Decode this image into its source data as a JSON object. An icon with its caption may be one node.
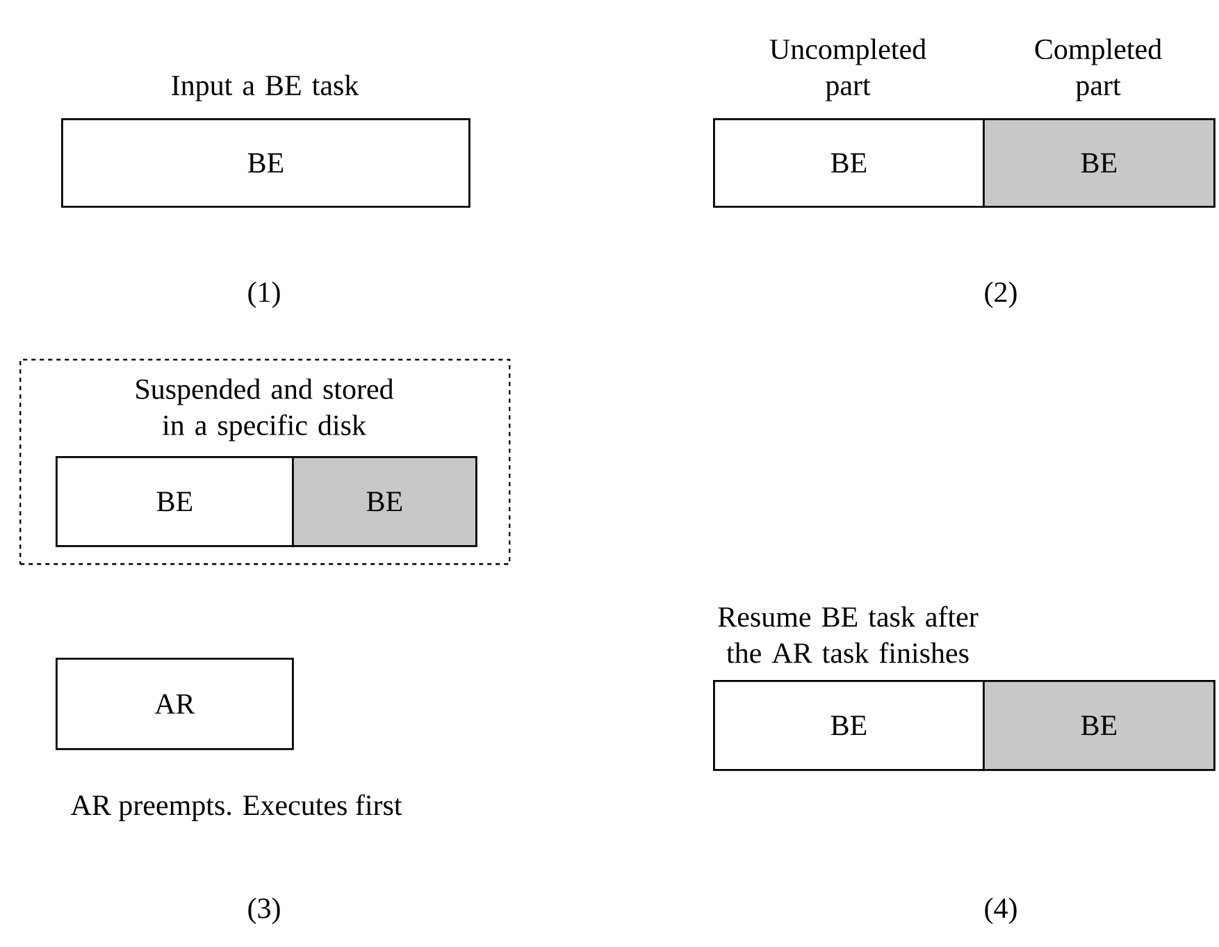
{
  "diagram": {
    "nodes": [
      {
        "text": [
          "Input a BE task",
          "BE"
        ]
      },
      {
        "text": [
          "Uncompleted part",
          "BE"
        ]
      },
      {
        "text": [
          "Completed part",
          "BE"
        ]
      },
      {
        "text": [
          "Suspended and stored in a specific disk"
        ]
      },
      {
        "text": [
          "BE"
        ],
        "in": 3
      },
      {
        "text": [
          "BE"
        ],
        "in": 3
      },
      {
        "text": [
          "AR"
        ],
        "beside": [
          "AR preempts. Executes first"
        ]
      },
      {
        "text": [
          "Resume BE task after the AR task finishes",
          "BE"
        ]
      },
      {
        "text": [
          "BE"
        ]
      }
    ],
    "edges": [],
    "labels": [
      "(1)",
      "(2)",
      "(3)",
      "(4)"
    ]
  }
}
